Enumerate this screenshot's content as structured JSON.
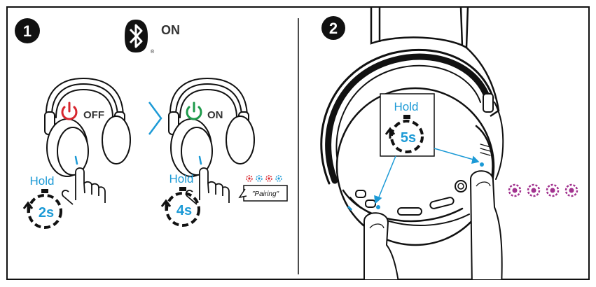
{
  "step1": {
    "number": "1",
    "bluetooth_state": "ON",
    "headphone_off_label": "OFF",
    "headphone_on_label": "ON",
    "hold_label_1": "Hold",
    "hold_time_1": "2s",
    "hold_label_2": "Hold",
    "hold_time_2": "4s",
    "pairing_label": "\"Pairing\""
  },
  "step2": {
    "number": "2",
    "hold_label": "Hold",
    "hold_time": "5s"
  },
  "colors": {
    "accent_blue": "#1c9ad6",
    "off_red": "#d7262e",
    "on_green": "#1e9a4b",
    "led_blue": "#1c9ad6",
    "led_red": "#d7262e",
    "led_purple": "#a2338f",
    "outline": "#111111"
  },
  "icons": {
    "bluetooth": "bluetooth-icon",
    "power": "power-icon",
    "timer": "stopwatch-icon",
    "arrow": "chevron-right-icon",
    "hand": "pointing-hand-icon"
  }
}
